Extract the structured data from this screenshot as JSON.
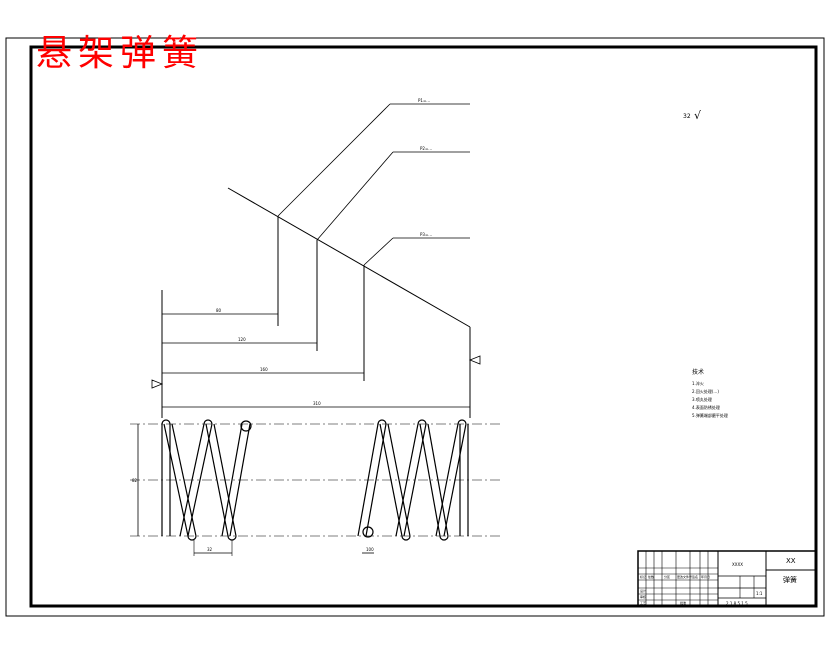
{
  "drawing": {
    "title": "悬架弹簧",
    "notes": {
      "heading": "技术",
      "items": [
        "1.淬火",
        "2.回火处理(…)",
        "3.喷丸处理",
        "4.表面防锈处理",
        "5.弹簧端部磨平处理"
      ]
    },
    "roughness_symbol": "√",
    "dimensions": {
      "d1": "80",
      "d2": "120",
      "d3": "160",
      "d4": "310",
      "d5": "82",
      "d6": "100",
      "d7": "32",
      "load1": "P1=...",
      "load2": "P2=...",
      "load3": "P3=..."
    },
    "title_block": {
      "drawing_no": "XXXX",
      "company": "XX",
      "part_name": "弹簧",
      "scale": "1:1",
      "sheet": "2 1 8 5 1 5",
      "labels": [
        "标记",
        "处数",
        "分区",
        "更改文件号",
        "签名",
        "年月日",
        "设计",
        "审核",
        "工艺",
        "批准"
      ]
    }
  }
}
